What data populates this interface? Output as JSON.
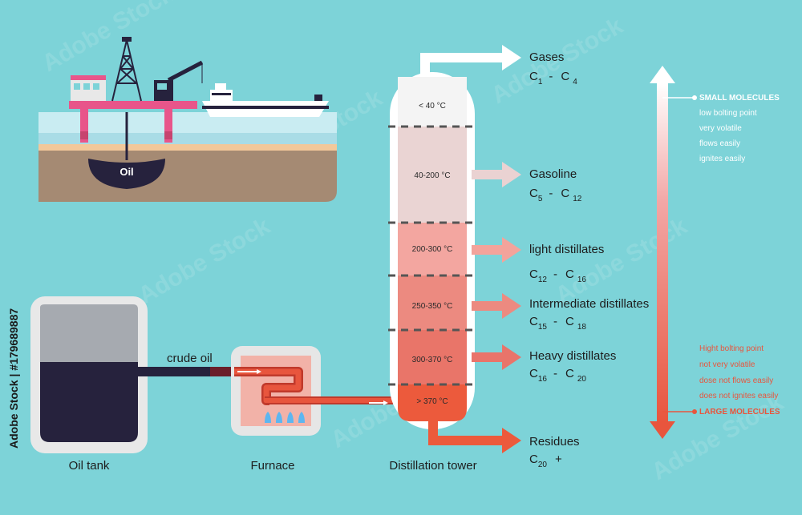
{
  "rig": {
    "oil_label": "Oil"
  },
  "tank": {
    "label": "Oil tank"
  },
  "pipe": {
    "crude_label": "crude oil"
  },
  "furnace": {
    "label": "Furnace"
  },
  "tower": {
    "label": "Distillation tower",
    "zones": [
      {
        "temp": "< 40 °C",
        "color": "#f4f4f4"
      },
      {
        "temp": "40-200 °C",
        "color": "#ead4d3"
      },
      {
        "temp": "200-300 °C",
        "color": "#f3a6a0"
      },
      {
        "temp": "250-350 °C",
        "color": "#ec8a80"
      },
      {
        "temp": "300-370 °C",
        "color": "#e97569"
      },
      {
        "temp": "> 370 °C",
        "color": "#ec5a3c"
      }
    ]
  },
  "products": [
    {
      "name": "Gases",
      "c_from": "1",
      "c_to": "4",
      "arrow_color": "#ffffff"
    },
    {
      "name": "Gasoline",
      "c_from": "5",
      "c_to": "12",
      "arrow_color": "#ead2d2"
    },
    {
      "name": "light distillates",
      "c_from": "12",
      "c_to": "16",
      "arrow_color": "#f3a39b"
    },
    {
      "name": "Intermediate distillates",
      "c_from": "15",
      "c_to": "18",
      "arrow_color": "#ec8a80"
    },
    {
      "name": "Heavy distillates",
      "c_from": "16",
      "c_to": "20",
      "arrow_color": "#e9746a"
    },
    {
      "name": "Residues",
      "c_from": "20",
      "c_plus": "+",
      "arrow_color": "#ec5a3c"
    }
  ],
  "scale": {
    "small": {
      "title": "SMALL MOLECULES",
      "notes": [
        "low bolting point",
        "very volatile",
        "flows easily",
        "ignites easily"
      ]
    },
    "large": {
      "notes": [
        "Hight bolting point",
        "not very volatile",
        "dose not flows easily",
        "does not ignites easily"
      ],
      "title": "LARGE MOLECULES"
    }
  },
  "colors": {
    "background": "#7dd3d8",
    "accent_red": "#e8553d",
    "dark": "#26223d"
  },
  "watermark": {
    "text": "Adobe Stock",
    "id": "#179689887"
  }
}
